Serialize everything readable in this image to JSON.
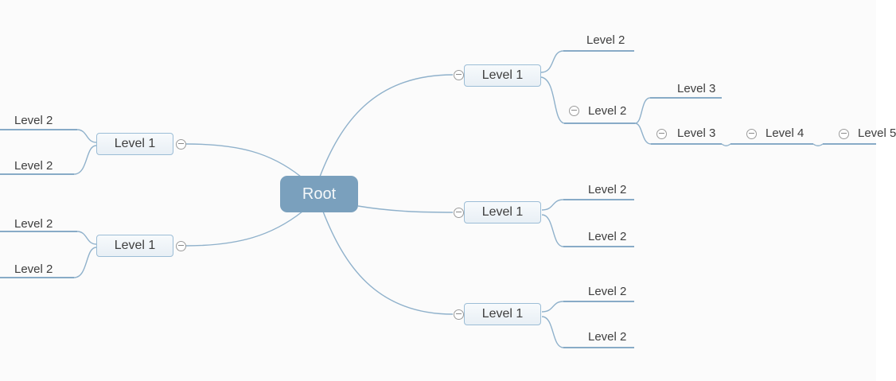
{
  "app": {
    "name": "mind-map-canvas",
    "background_color": "#fbfbfb"
  },
  "palette": {
    "root_fill": "#7aa0bd",
    "root_text": "#f5f8fa",
    "level1_fill": "#eef3f8",
    "level1_border": "#9cbdd6",
    "node_text": "#3e3e3e",
    "connector_line": "#8fb1cb",
    "expander_border": "#9b9b9b",
    "expander_minus": "#8a8a8a"
  },
  "icons": {
    "collapse": "minus-circle-icon"
  },
  "mindmap": {
    "root": {
      "label": "Root"
    },
    "left": [
      {
        "label": "Level 1",
        "children": [
          {
            "label": "Level 2"
          },
          {
            "label": "Level 2"
          }
        ]
      },
      {
        "label": "Level 1",
        "children": [
          {
            "label": "Level 2"
          },
          {
            "label": "Level 2"
          }
        ]
      }
    ],
    "right": [
      {
        "label": "Level 1",
        "children": [
          {
            "label": "Level 2"
          },
          {
            "label": "Level 2",
            "children": [
              {
                "label": "Level 3"
              },
              {
                "label": "Level 3",
                "children": [
                  {
                    "label": "Level 4",
                    "children": [
                      {
                        "label": "Level 5"
                      }
                    ]
                  }
                ]
              }
            ]
          }
        ]
      },
      {
        "label": "Level 1",
        "children": [
          {
            "label": "Level 2"
          },
          {
            "label": "Level 2"
          }
        ]
      },
      {
        "label": "Level 1",
        "children": [
          {
            "label": "Level 2"
          },
          {
            "label": "Level 2"
          }
        ]
      }
    ]
  }
}
